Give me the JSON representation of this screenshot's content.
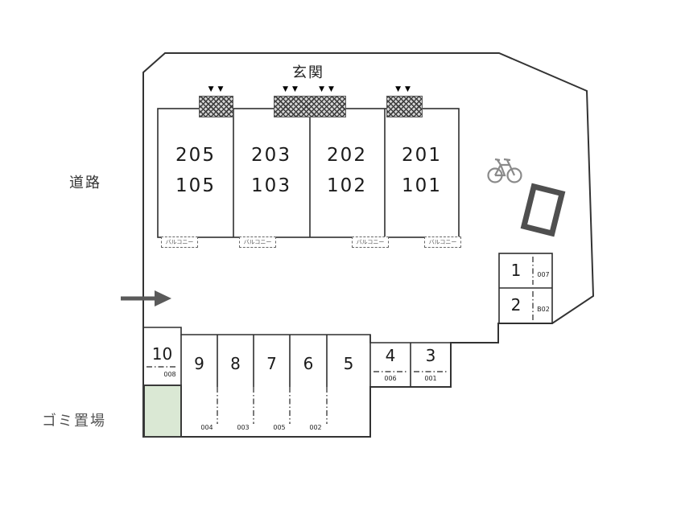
{
  "labels": {
    "entrance": "玄関",
    "road": "道路",
    "garbage": "ゴミ置場",
    "balcony": "バルコニー"
  },
  "glyphs": {
    "entrance_marker": "▼▼"
  },
  "building": {
    "units": [
      {
        "upper": "205",
        "lower": "105"
      },
      {
        "upper": "203",
        "lower": "103"
      },
      {
        "upper": "202",
        "lower": "102"
      },
      {
        "upper": "201",
        "lower": "101"
      }
    ]
  },
  "parking": {
    "right_column": [
      {
        "number": "1",
        "code": "007"
      },
      {
        "number": "2",
        "code": "B02"
      }
    ],
    "bottom_row": [
      {
        "number": "10",
        "code": "008"
      },
      {
        "number": "9",
        "code": "004"
      },
      {
        "number": "8",
        "code": "003"
      },
      {
        "number": "7",
        "code": "005"
      },
      {
        "number": "6",
        "code": "002"
      },
      {
        "number": "5",
        "code": ""
      },
      {
        "number": "4",
        "code": "006"
      },
      {
        "number": "3",
        "code": "001"
      }
    ]
  },
  "icons": {
    "bicycle": "bicycle-icon",
    "entry_arrow": "arrow-right-icon"
  },
  "colors": {
    "outline": "#333333",
    "garbage_fill": "#dae8d4",
    "hatch": "#3f3f3f",
    "gray_label": "#555555"
  }
}
